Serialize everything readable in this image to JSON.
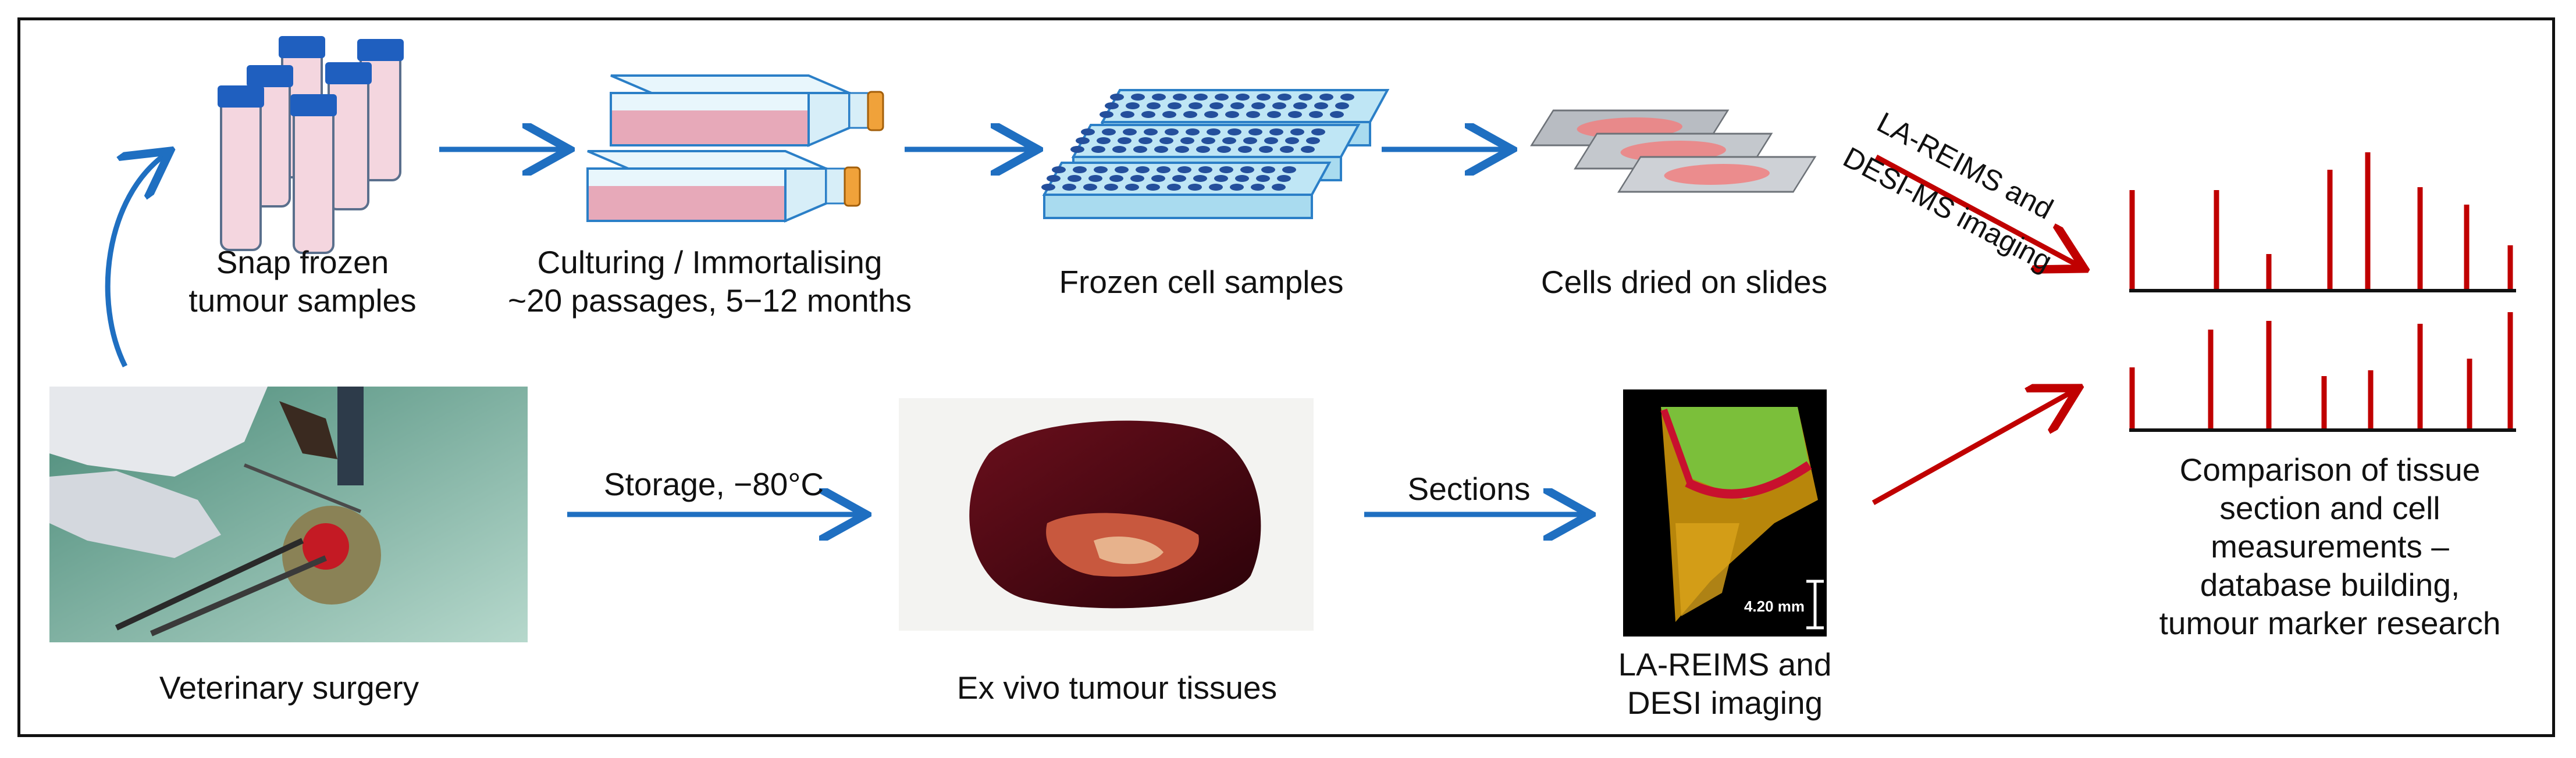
{
  "labels": {
    "snap_frozen": [
      "Snap frozen",
      "tumour samples"
    ],
    "culturing": [
      "Culturing / Immortalising",
      "~20 passages, 5−12 months"
    ],
    "frozen_cells": "Frozen cell samples",
    "cells_dried": "Cells dried on slides",
    "la_reims_desi_ms": [
      "LA-REIMS and",
      "DESI-MS imaging"
    ],
    "comparison": [
      "Comparison of tissue",
      "section and cell",
      "measurements –",
      "database building,",
      "tumour marker research"
    ],
    "vet_surgery": "Veterinary surgery",
    "storage": "Storage, −80°C",
    "ex_vivo": "Ex vivo tumour tissues",
    "sections": "Sections",
    "la_reims_desi": [
      "LA-REIMS and",
      "DESI imaging"
    ],
    "scale_bar": "4.20 mm"
  },
  "colors": {
    "blue_arrow": "#1f6fc1",
    "red_arrow": "#c00000",
    "spectrum_bar": "#c00000",
    "tube_body": "#f4d6df",
    "tube_cap": "#1f5fbf",
    "plate": "#bfe6f5",
    "plate_well": "#244f9c"
  }
}
